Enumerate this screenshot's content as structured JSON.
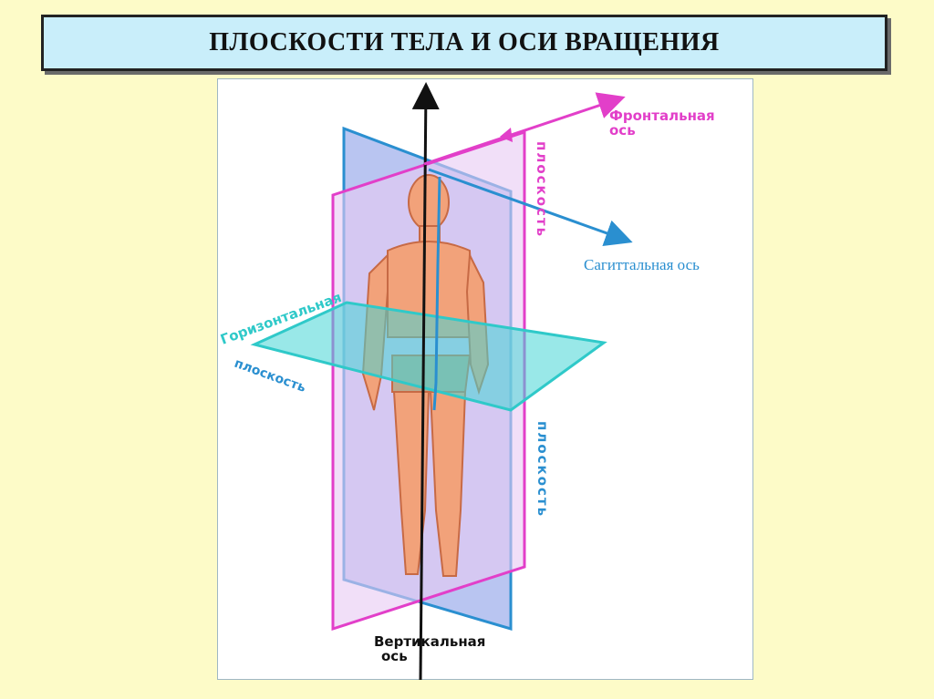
{
  "title": "ПЛОСКОСТИ ТЕЛА И ОСИ ВРАЩЕНИЯ",
  "labels": {
    "frontal_axis_line1": "Фронтальная",
    "frontal_axis_line2": "ось",
    "sagittal_axis": "Сагиттальная ось",
    "horizontal_plane_line1": "Горизонтальная",
    "horizontal_plane_line2": "плоскость",
    "vertical_axis_line1": "Вертикальная",
    "vertical_axis_line2": "ось",
    "frontal_plane_vertical": "плоскость",
    "sagittal_plane_vertical": "плоскость"
  },
  "colors": {
    "frontal": "#e23fc9",
    "sagittal": "#2a8fd0",
    "horizontal": "#2fc9c9",
    "axis": "#111111",
    "skin": "#f2a27a"
  }
}
